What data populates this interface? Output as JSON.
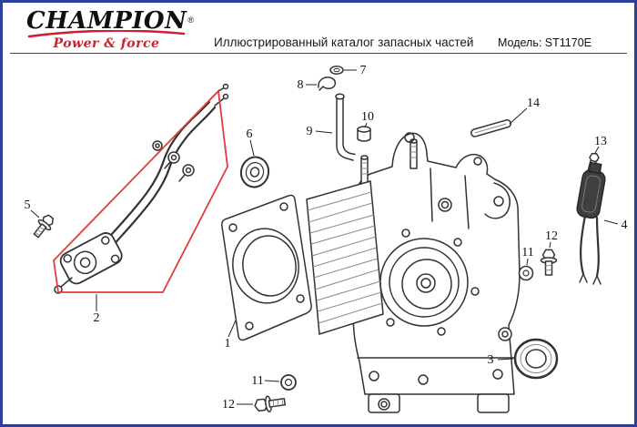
{
  "page": {
    "border_color": "#2b3f9b",
    "background": "#ffffff"
  },
  "header": {
    "logo": {
      "brand": "CHAMPION",
      "registered_mark": "®",
      "tagline": "Power & force",
      "accent_color": "#cf1e2f"
    },
    "title": "Иллюстрированный каталог запасных частей",
    "model_label": "Модель: ST1170E"
  },
  "diagram": {
    "highlight_color": "#e23b3b",
    "line_color": "#333333",
    "labels": [
      "1",
      "2",
      "3",
      "4",
      "5",
      "6",
      "7",
      "8",
      "9",
      "10",
      "11",
      "12",
      "13",
      "14"
    ]
  }
}
